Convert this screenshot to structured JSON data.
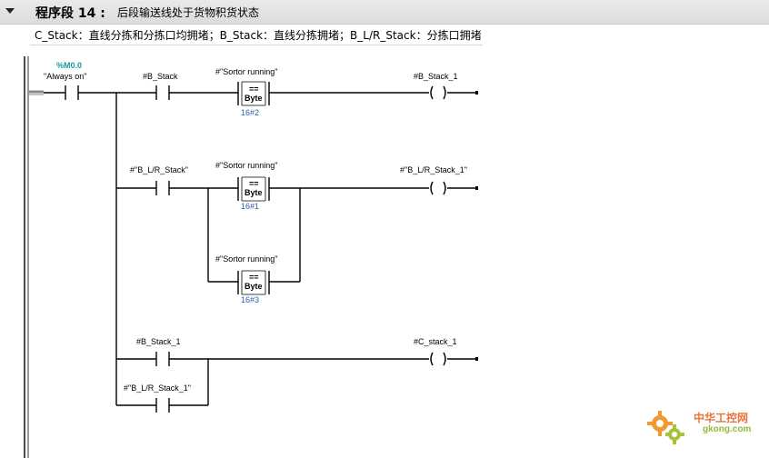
{
  "segment": {
    "label": "程序段 14 :",
    "title": "后段输送线处于货物积货状态",
    "comment": "C_Stack：直线分拣和分拣口均拥堵；B_Stack：直线分拣拥堵；B_L/R_Stack：分拣口拥堵"
  },
  "contacts": {
    "always_on_address": "%M0.0",
    "always_on_name": "\"Always on\"",
    "b_stack": "#B_Stack",
    "b_lr_stack": "#\"B_L/R_Stack\"",
    "b_stack_1": "#B_Stack_1",
    "b_lr_stack_1": "#\"B_L/R_Stack_1\""
  },
  "comparators": [
    {
      "operand": "#\"Sortor running\"",
      "op": "==",
      "type": "Byte",
      "value": "16#2"
    },
    {
      "operand": "#\"Sortor running\"",
      "op": "==",
      "type": "Byte",
      "value": "16#1"
    },
    {
      "operand": "#\"Sortor running\"",
      "op": "==",
      "type": "Byte",
      "value": "16#3"
    }
  ],
  "coils": {
    "b_stack_1": "#B_Stack_1",
    "b_lr_stack_1": "#\"B_L/R_Stack_1\"",
    "c_stack_1": "#C_stack_1"
  },
  "watermark": {
    "cn": "中华工控网",
    "en": "gkong.com"
  },
  "colors": {
    "address": "#1a9a9a",
    "constant": "#2a5db0",
    "watermark_orange": "#e8743a",
    "watermark_green": "#9ab83a"
  }
}
